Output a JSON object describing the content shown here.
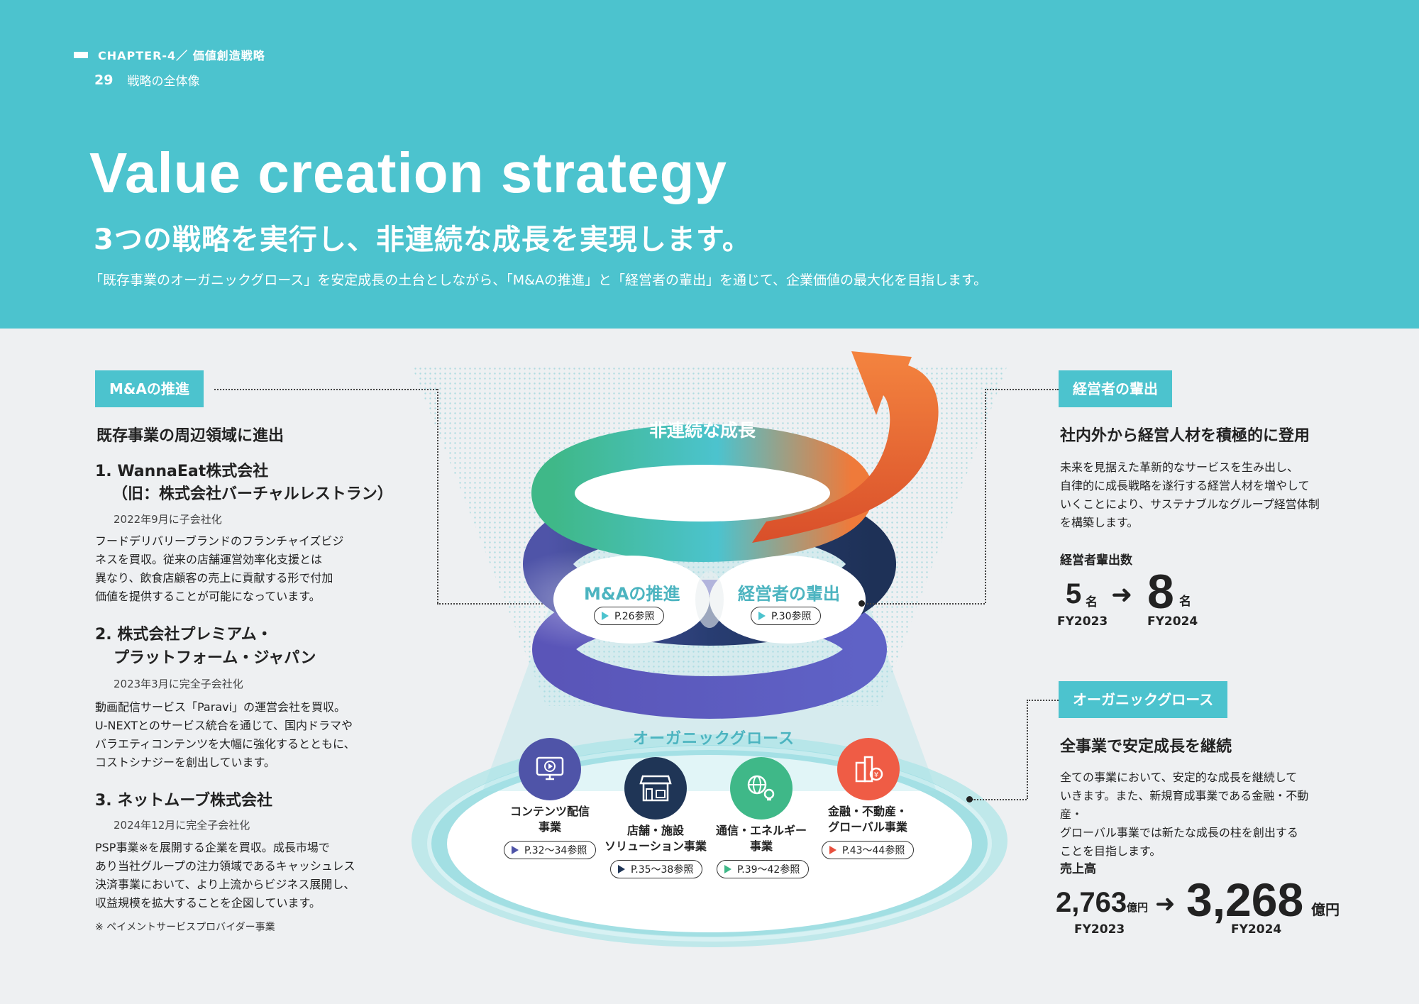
{
  "header": {
    "chapter": "CHAPTER-4／ 価値創造戦略",
    "page_number": "29",
    "page_title": "戦略の全体像",
    "title": "Value creation strategy",
    "subtitle": "3つの戦略を実行し、非連続な成長を実現します。",
    "lead": "「既存事業のオーガニックグロース」を安定成長の土台としながら、「M&Aの推進」と「経営者の輩出」を通じて、企業価値の最大化を目指します。"
  },
  "left": {
    "tag": "M&Aの推進",
    "heading": "既存事業の周辺領域に進出",
    "items": [
      {
        "title1": "1. WannaEat株式会社",
        "title2": "（旧：株式会社バーチャルレストラン）",
        "date": "2022年9月に子会社化",
        "body": [
          "フードデリバリーブランドのフランチャイズビジ",
          "ネスを買収。従来の店舗運営効率化支援とは",
          "異なり、飲食店顧客の売上に貢献する形で付加",
          "価値を提供することが可能になっています。"
        ]
      },
      {
        "title1": "2. 株式会社プレミアム・",
        "title2": "プラットフォーム・ジャパン",
        "date": "2023年3月に完全子会社化",
        "body": [
          "動画配信サービス「Paravi」の運営会社を買収。",
          "U-NEXTとのサービス統合を通じて、国内ドラマや",
          "バラエティコンテンツを大幅に強化するとともに、",
          "コストシナジーを創出しています。"
        ]
      },
      {
        "title1": "3. ネットムーブ株式会社",
        "date": "2024年12月に完全子会社化",
        "body": [
          "PSP事業※を展開する企業を買収。成長市場で",
          "あり当社グループの注力領域であるキャッシュレス",
          "決済事業において、より上流からビジネス展開し、",
          "収益規模を拡大することを企図しています。"
        ]
      }
    ],
    "note": "※ ペイメントサービスプロバイダー事業"
  },
  "right_top": {
    "tag": "経営者の輩出",
    "heading": "社内外から経営人材を積極的に登用",
    "body": [
      "未来を見据えた革新的なサービスを生み出し、",
      "自律的に成長戦略を遂行する経営人材を増やして",
      "いくことにより、サステナブルなグループ経営体制",
      "を構築します。"
    ],
    "metric_label": "経営者輩出数",
    "from_value": "5",
    "from_unit": "名",
    "to_value": "8",
    "to_unit": "名",
    "from_year": "FY2023",
    "to_year": "FY2024",
    "arrow": "➜"
  },
  "right_bottom": {
    "tag": "オーガニックグロース",
    "heading": "全事業で安定成長を継続",
    "body": [
      "全ての事業において、安定的な成長を継続して",
      "いきます。また、新規育成事業である金融・不動産・",
      "グローバル事業では新たな成長の柱を創出する",
      "ことを目指します。"
    ],
    "metric_label": "売上高",
    "from_value": "2,763",
    "from_unit": "億円",
    "to_value": "3,268",
    "to_unit": "億円",
    "from_year": "FY2023",
    "to_year": "FY2024",
    "arrow": "➜"
  },
  "diagram": {
    "top_label": "非連続な成長",
    "ma_label": "M&Aの推進",
    "ma_ref": "P.26参照",
    "exec_label": "経営者の輩出",
    "exec_ref": "P.30参照",
    "organic_label": "オーガニックグロース",
    "segments": [
      {
        "label1": "コンテンツ配信",
        "label2": "事業",
        "ref": "P.32～34参照",
        "icon": "monitor-play-icon",
        "color": "#4f54a8"
      },
      {
        "label1": "店舗・施設",
        "label2": "ソリューション事業",
        "ref": "P.35～38参照",
        "icon": "storefront-icon",
        "color": "#1f3556"
      },
      {
        "label1": "通信・エネルギー",
        "label2": "事業",
        "ref": "P.39～42参照",
        "icon": "globe-bulb-icon",
        "color": "#3fb888"
      },
      {
        "label1": "金融・不動産・",
        "label2": "グローバル事業",
        "ref": "P.43～44参照",
        "icon": "buildings-coin-icon",
        "color": "#ef5c45"
      }
    ]
  }
}
